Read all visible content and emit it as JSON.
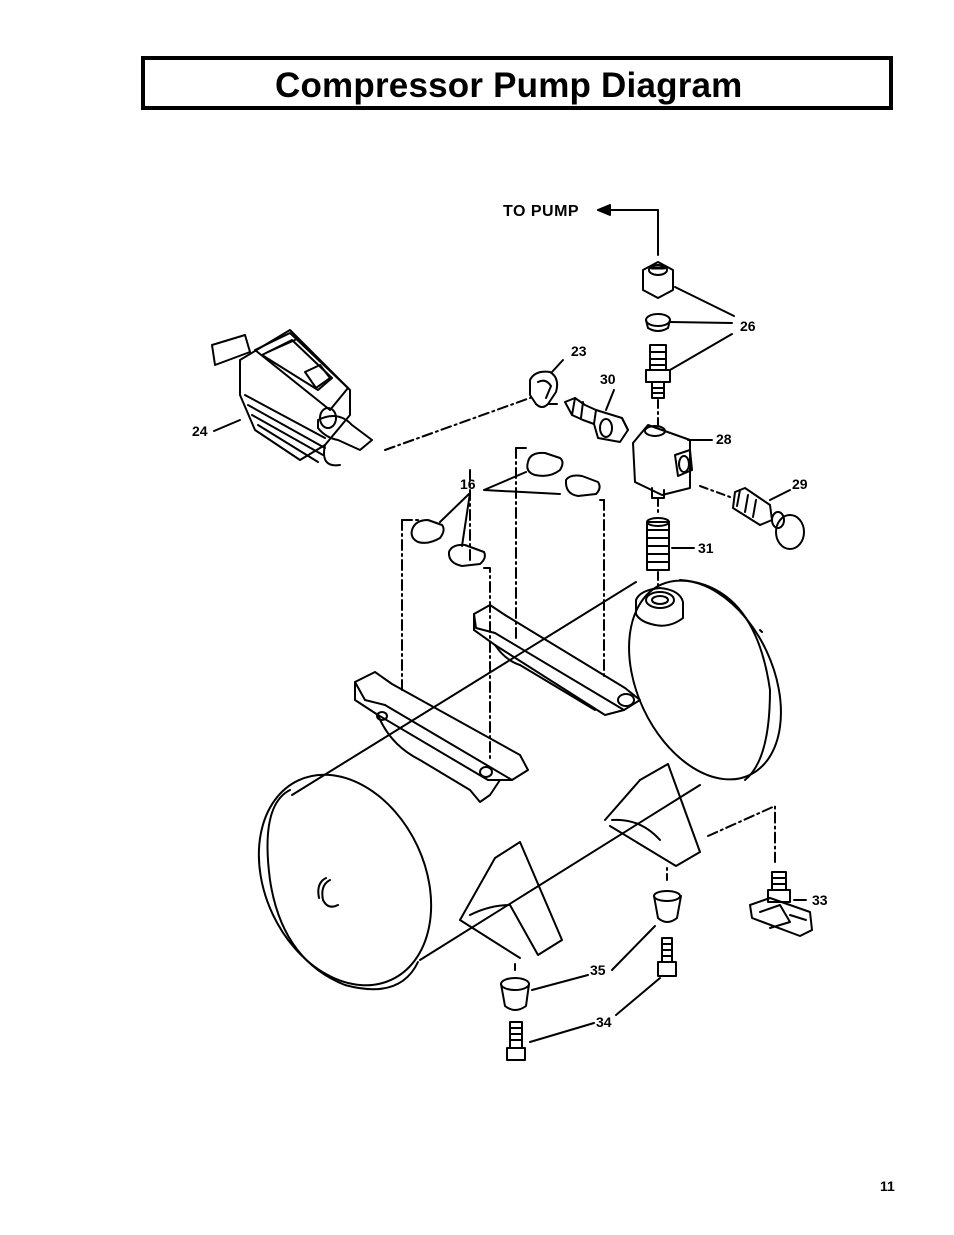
{
  "page": {
    "title": "Compressor Pump Diagram",
    "page_number": "11"
  },
  "diagram": {
    "to_pump_label": "TO PUMP",
    "part_labels": {
      "p16": "16",
      "p23": "23",
      "p24": "24",
      "p26": "26",
      "p28": "28",
      "p29": "29",
      "p30": "30",
      "p31": "31",
      "p33": "33",
      "p34": "34",
      "p35": "35"
    }
  }
}
